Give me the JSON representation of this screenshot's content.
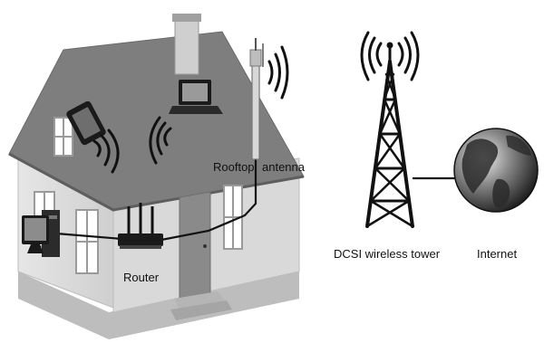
{
  "labels": {
    "rooftop": "Rooftop",
    "antenna": "antenna",
    "router": "Router",
    "tower": "DCSI wireless tower",
    "internet": "Internet"
  },
  "colors": {
    "roof": "#7f7f7f",
    "wall": "#dcdcdc",
    "wall_side": "#c8c8c8",
    "door": "#8a8a8a",
    "device": "#1a1a1a",
    "cable": "#111111",
    "globe_dark": "#2a2a2a",
    "globe_light": "#d8d8d8"
  }
}
